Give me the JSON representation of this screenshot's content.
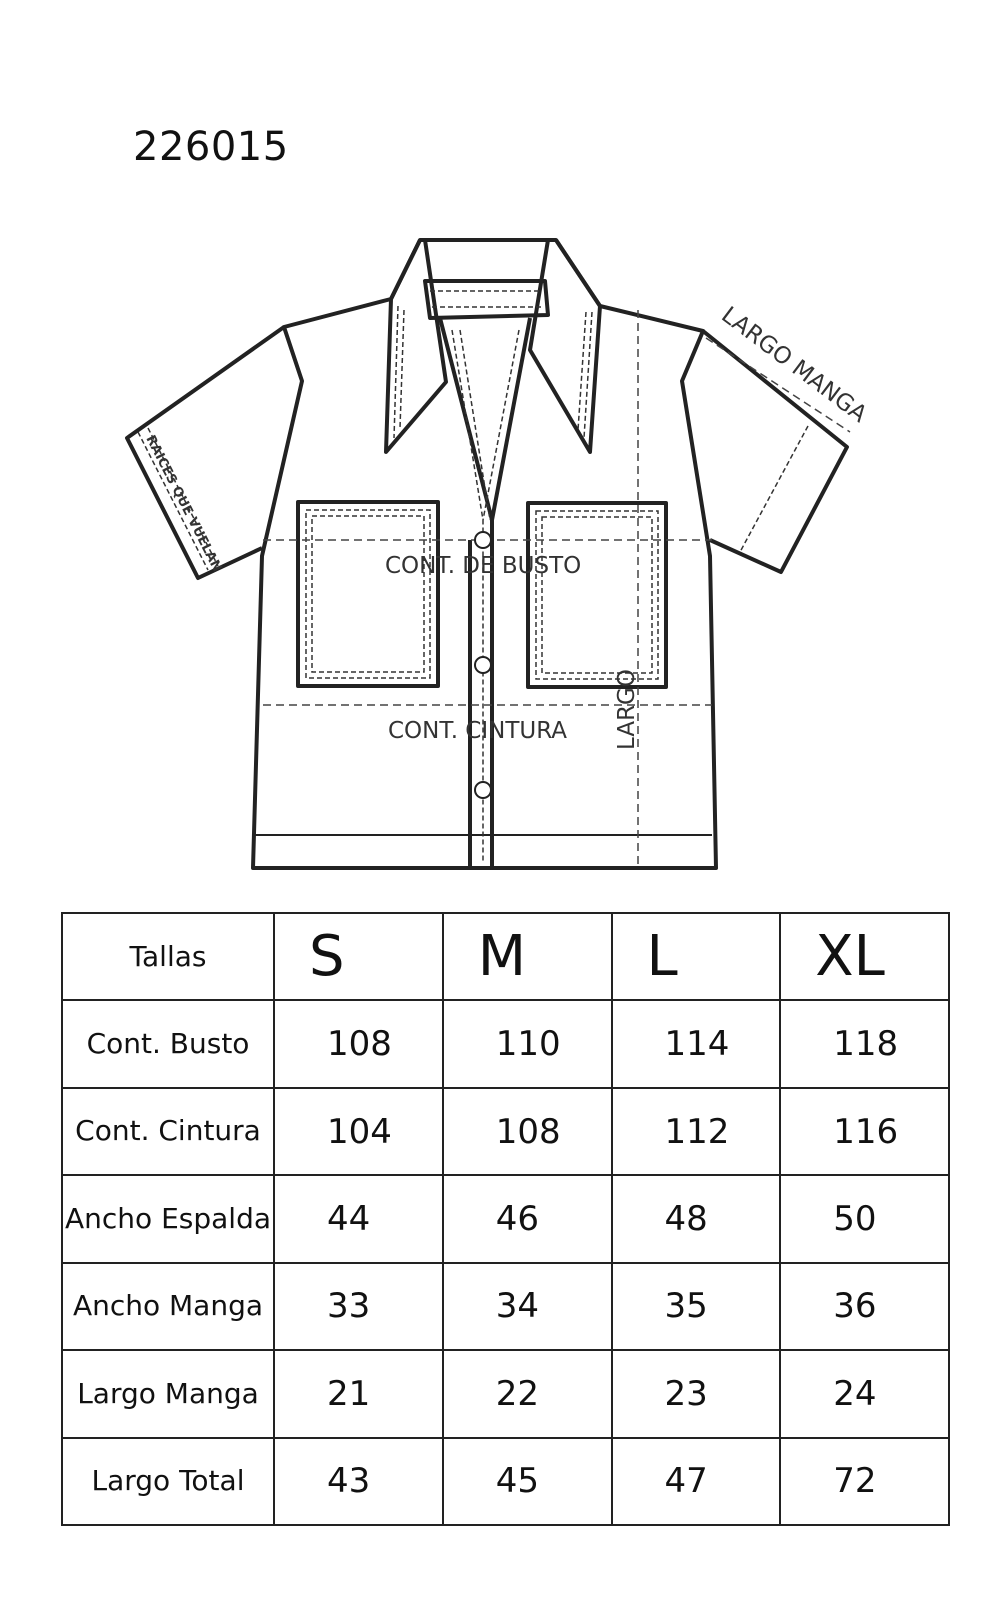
{
  "product_code": "226015",
  "diagram": {
    "label_bust": "CONT. DE BUSTO",
    "label_waist": "CONT. CINTURA",
    "label_sleeve_length": "LARGO MANGA",
    "label_length": "LARGO",
    "sleeve_text": "RAICES QUE VUELAN"
  },
  "table": {
    "header_label": "Tallas",
    "sizes": [
      "S",
      "M",
      "L",
      "XL"
    ],
    "rows": [
      {
        "label": "Cont. Busto",
        "values": [
          "108",
          "110",
          "114",
          "118"
        ]
      },
      {
        "label": "Cont. Cintura",
        "values": [
          "104",
          "108",
          "112",
          "116"
        ]
      },
      {
        "label": "Ancho Espalda",
        "values": [
          "44",
          "46",
          "48",
          "50"
        ]
      },
      {
        "label": "Ancho Manga",
        "values": [
          "33",
          "34",
          "35",
          "36"
        ]
      },
      {
        "label": "Largo Manga",
        "values": [
          "21",
          "22",
          "23",
          "24"
        ]
      },
      {
        "label": "Largo Total",
        "values": [
          "43",
          "45",
          "47",
          "72"
        ]
      }
    ]
  }
}
